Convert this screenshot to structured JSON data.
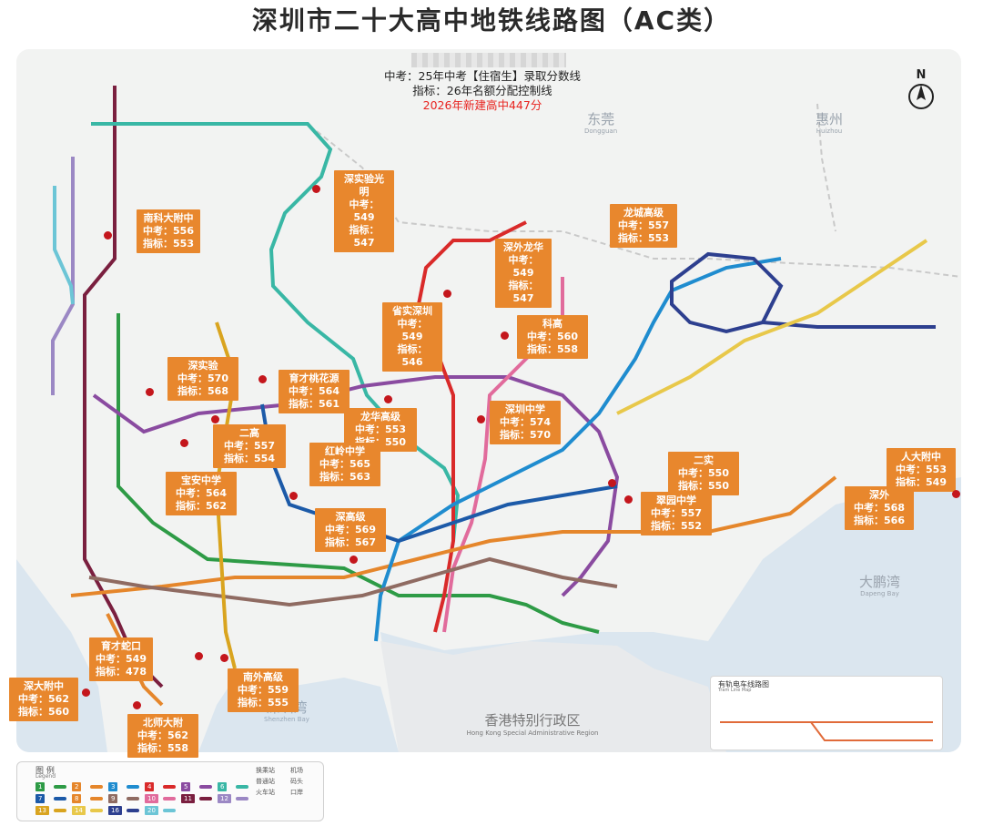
{
  "title": "深圳市二十大高中地铁线路图（AC类）",
  "info": {
    "line1": "中考：25年中考【住宿生】录取分数线",
    "line2": "指标：26年名额分配控制线",
    "line3": "2026年新建高中447分"
  },
  "regions": {
    "dongguan": {
      "zh": "东莞",
      "en": "Dongguan"
    },
    "huizhou": {
      "zh": "惠州",
      "en": "Huizhou"
    },
    "dapeng": {
      "zh": "大鹏湾",
      "en": "Dapeng Bay"
    },
    "shenzhen_bay": {
      "zh": "深圳湾",
      "en": "Shenzhen Bay"
    },
    "hongkong": {
      "zh": "香港特别行政区",
      "en": "Hong Kong Special Administrative Region"
    }
  },
  "north_label": "N",
  "colors": {
    "box": "#e8872d",
    "marker": "#c4161c",
    "water": "#dbe6ef",
    "land": "#f2f3f2"
  },
  "schools": [
    {
      "name": "深实验光明",
      "zhongkao": "中考：549",
      "zhibiao": "指标：547"
    },
    {
      "name": "南科大附中",
      "zhongkao": "中考：556",
      "zhibiao": "指标：553"
    },
    {
      "name": "深外龙华",
      "zhongkao": "中考：549",
      "zhibiao": "指标：547"
    },
    {
      "name": "龙城高级",
      "zhongkao": "中考：557",
      "zhibiao": "指标：553"
    },
    {
      "name": "省实深圳",
      "zhongkao": "中考：549",
      "zhibiao": "指标：546"
    },
    {
      "name": "科高",
      "zhongkao": "中考：560",
      "zhibiao": "指标：558"
    },
    {
      "name": "深实验",
      "zhongkao": "中考：570",
      "zhibiao": "指标：568"
    },
    {
      "name": "育才桃花源",
      "zhongkao": "中考：564",
      "zhibiao": "指标：561"
    },
    {
      "name": "龙华高级",
      "zhongkao": "中考：553",
      "zhibiao": "指标：550"
    },
    {
      "name": "深圳中学",
      "zhongkao": "中考：574",
      "zhibiao": "指标：570"
    },
    {
      "name": "二高",
      "zhongkao": "中考：557",
      "zhibiao": "指标：554"
    },
    {
      "name": "红岭中学",
      "zhongkao": "中考：565",
      "zhibiao": "指标：563"
    },
    {
      "name": "二实",
      "zhongkao": "中考：550",
      "zhibiao": "指标：550"
    },
    {
      "name": "人大附中",
      "zhongkao": "中考：553",
      "zhibiao": "指标：549"
    },
    {
      "name": "宝安中学",
      "zhongkao": "中考：564",
      "zhibiao": "指标：562"
    },
    {
      "name": "翠园中学",
      "zhongkao": "中考：557",
      "zhibiao": "指标：552"
    },
    {
      "name": "深外",
      "zhongkao": "中考：568",
      "zhibiao": "指标：566"
    },
    {
      "name": "深高级",
      "zhongkao": "中考：569",
      "zhibiao": "指标：567"
    },
    {
      "name": "育才蛇口",
      "zhongkao": "中考：549",
      "zhibiao": "指标：478"
    },
    {
      "name": "南外高级",
      "zhongkao": "中考：559",
      "zhibiao": "指标：555"
    },
    {
      "name": "深大附中",
      "zhongkao": "中考：562",
      "zhibiao": "指标：560"
    },
    {
      "name": "北师大附",
      "zhongkao": "中考：562",
      "zhibiao": "指标：558"
    }
  ],
  "metro_lines": [
    {
      "num": "1",
      "color": "#2e9b46"
    },
    {
      "num": "2",
      "color": "#e5862b"
    },
    {
      "num": "3",
      "color": "#1f8ccf"
    },
    {
      "num": "4",
      "color": "#d92a2a"
    },
    {
      "num": "5",
      "color": "#8a4ba0"
    },
    {
      "num": "6",
      "color": "#39b7a5"
    },
    {
      "num": "7",
      "color": "#1c5aa8"
    },
    {
      "num": "8",
      "color": "#e5862b"
    },
    {
      "num": "9",
      "color": "#8f6b62"
    },
    {
      "num": "10",
      "color": "#e16b9c"
    },
    {
      "num": "11",
      "color": "#7a1f3f"
    },
    {
      "num": "12",
      "color": "#9b88c4"
    },
    {
      "num": "13",
      "color": "#d9a41f"
    },
    {
      "num": "14",
      "color": "#e8c84a"
    },
    {
      "num": "16",
      "color": "#2d3f8f"
    },
    {
      "num": "20",
      "color": "#6cc5d6"
    }
  ],
  "legend": {
    "title": "图 例",
    "subtitle": "Legend",
    "symbols": [
      "换乘站",
      "普通站",
      "火车站",
      "机场",
      "码头",
      "口岸"
    ]
  },
  "tram": {
    "title": "有轨电车线路图",
    "subtitle": "Tram Line Map"
  }
}
